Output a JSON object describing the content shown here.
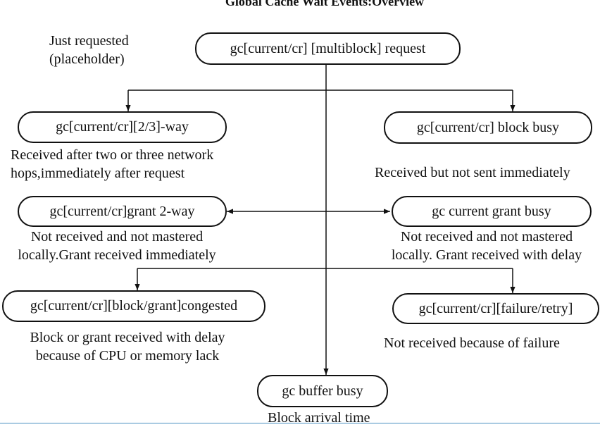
{
  "title": "Global Cache Wait Events:Overview",
  "colors": {
    "line": "#111111",
    "bottom_rule": "#4a90c0"
  },
  "nodes": {
    "request": "gc[current/cr] [multiblock] request",
    "two_three_way": "gc[current/cr][2/3]-way",
    "block_busy": "gc[current/cr] block busy",
    "grant_2way": "gc[current/cr]grant 2-way",
    "current_grant_busy": "gc current grant busy",
    "congested": "gc[current/cr][block/grant]congested",
    "failure_retry": "gc[current/cr][failure/retry]",
    "buffer_busy": "gc buffer busy"
  },
  "captions": {
    "just_requested": [
      "Just requested",
      "(placeholder)"
    ],
    "two_three_way": [
      "Received after two or three network",
      "hops,immediately after request"
    ],
    "block_busy": [
      "Received but not sent immediately"
    ],
    "grant_2way": [
      "Not received and not mastered",
      "locally.Grant received immediately"
    ],
    "current_grant_busy": [
      "Not received and not mastered",
      "locally. Grant received with delay"
    ],
    "congested": [
      "Block or grant received with delay",
      "because of CPU or memory lack"
    ],
    "failure_retry": [
      "Not received because of failure"
    ],
    "buffer_busy": [
      "Block arrival time"
    ]
  }
}
